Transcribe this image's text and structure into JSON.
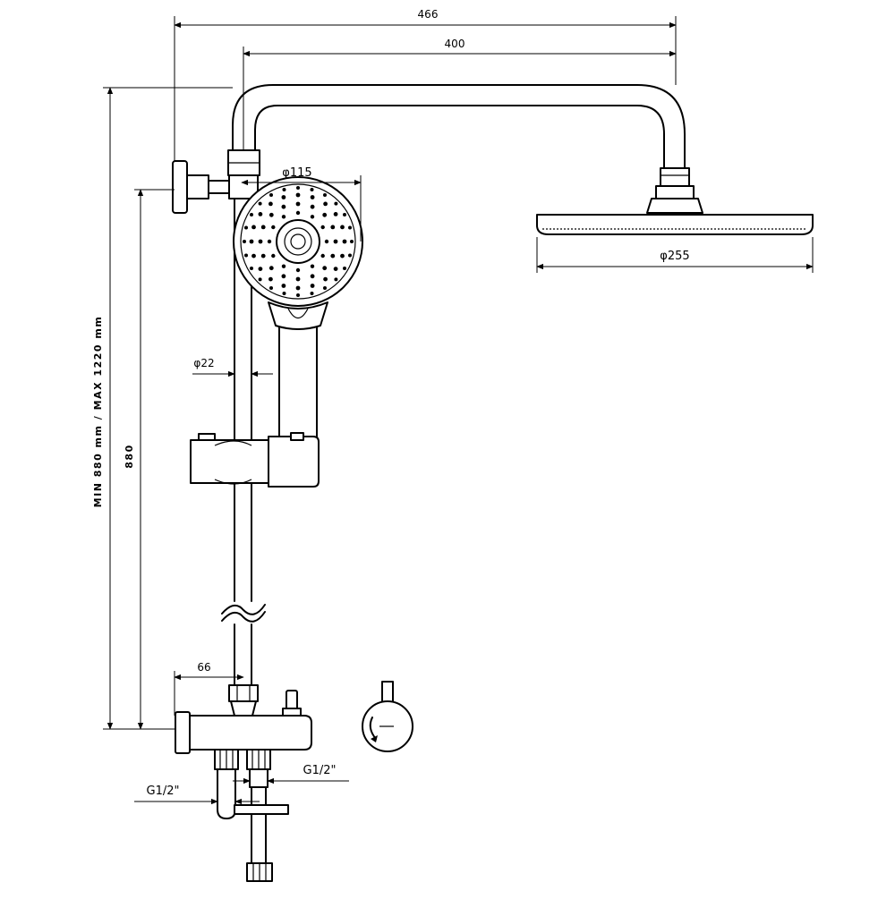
{
  "dimensions": {
    "overall_width": "466",
    "arm_length": "400",
    "handshower_diameter": "φ115",
    "headshower_diameter": "φ255",
    "rail_diameter": "φ22",
    "mixer_offset": "66",
    "height_range": "MIN 880 mm / MAX 1220 mm",
    "rail_height": "880",
    "inlet_left": "G1/2\"",
    "inlet_right": "G1/2\""
  },
  "colors": {
    "line": "#000000",
    "background": "#ffffff"
  }
}
